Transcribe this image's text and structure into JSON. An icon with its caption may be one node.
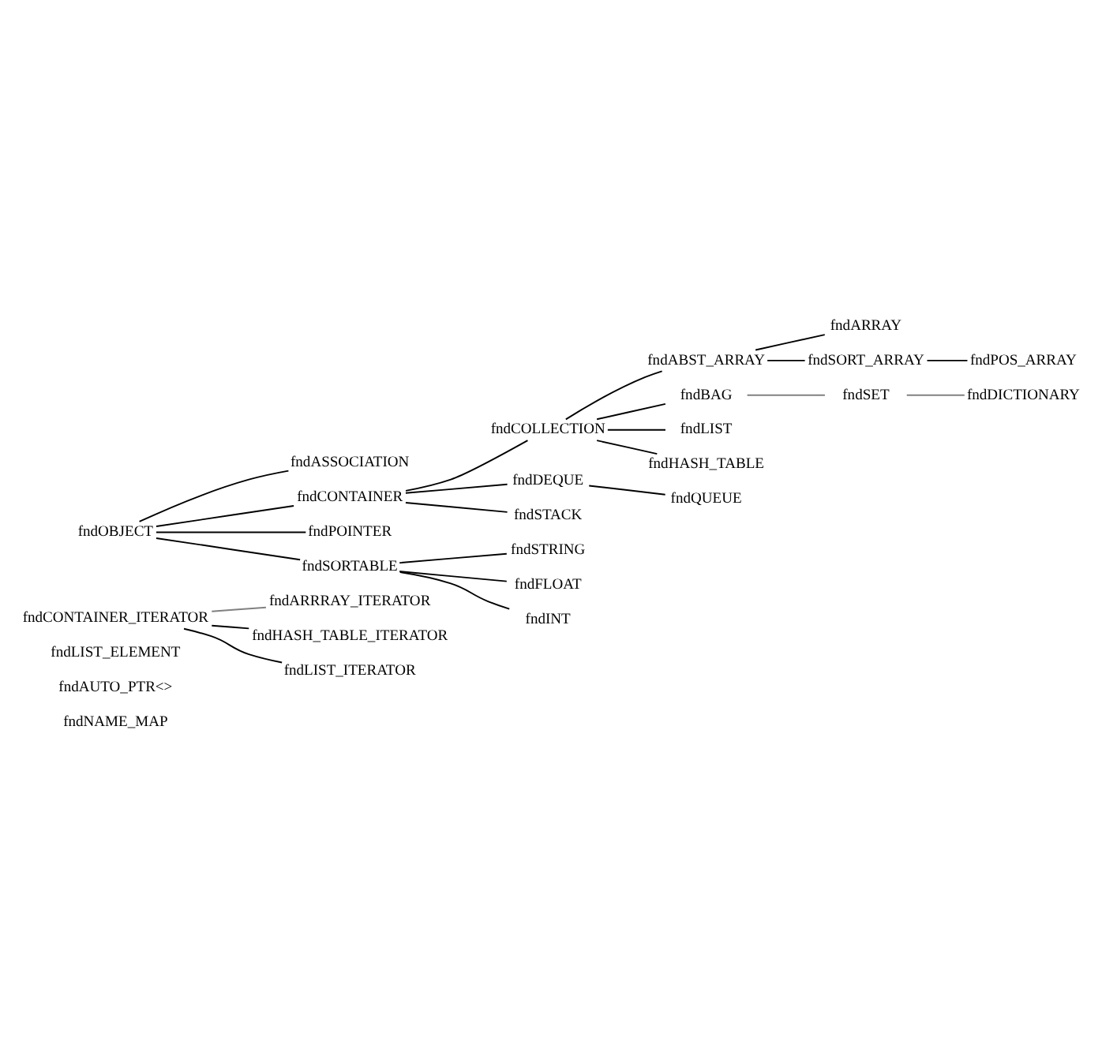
{
  "diagram": {
    "nodes": [
      {
        "text": [
          "fndOBJECT"
        ]
      },
      {
        "text": [
          "fndASSOCIATION"
        ]
      },
      {
        "text": [
          "fndCONTAINER"
        ]
      },
      {
        "text": [
          "fndCOLLECTION"
        ]
      },
      {
        "text": [
          "fndABST_ARRAY"
        ]
      },
      {
        "text": [
          "fndARRAY"
        ]
      },
      {
        "text": [
          "fndSORT_ARRAY"
        ]
      },
      {
        "text": [
          "fndPOS_ARRAY"
        ]
      },
      {
        "text": [
          "fndBAG"
        ]
      },
      {
        "text": [
          "fndSET"
        ]
      },
      {
        "text": [
          "fndDICTIONARY"
        ]
      },
      {
        "text": [
          "fndLIST"
        ]
      },
      {
        "text": [
          "fndHASH_TABLE"
        ]
      },
      {
        "text": [
          "fndDEQUE"
        ]
      },
      {
        "text": [
          "fndQUEUE"
        ]
      },
      {
        "text": [
          "fndSTACK"
        ]
      },
      {
        "text": [
          "fndPOINTER"
        ]
      },
      {
        "text": [
          "fndSORTABLE"
        ]
      },
      {
        "text": [
          "fndSTRING"
        ]
      },
      {
        "text": [
          "fndFLOAT"
        ]
      },
      {
        "text": [
          "fndINT"
        ]
      },
      {
        "text": [
          "fndCONTAINER_ITERATOR"
        ]
      },
      {
        "text": [
          "fndARRRAY_ITERATOR"
        ]
      },
      {
        "text": [
          "fndHASH_TABLE_ITERATOR"
        ]
      },
      {
        "text": [
          "fndLIST_ITERATOR"
        ]
      }
    ],
    "edges": [
      {
        "from": 0,
        "to": 1,
        "arrow": "none"
      },
      {
        "from": 0,
        "to": 2,
        "arrow": "none"
      },
      {
        "from": 0,
        "to": 16,
        "arrow": "none"
      },
      {
        "from": 0,
        "to": 17,
        "arrow": "none"
      },
      {
        "from": 2,
        "to": 3,
        "arrow": "none"
      },
      {
        "from": 2,
        "to": 13,
        "arrow": "none"
      },
      {
        "from": 2,
        "to": 15,
        "arrow": "none"
      },
      {
        "from": 3,
        "to": 4,
        "arrow": "none"
      },
      {
        "from": 3,
        "to": 8,
        "arrow": "none"
      },
      {
        "from": 3,
        "to": 11,
        "arrow": "none"
      },
      {
        "from": 3,
        "to": 12,
        "arrow": "none"
      },
      {
        "from": 4,
        "to": 5,
        "arrow": "none"
      },
      {
        "from": 4,
        "to": 6,
        "arrow": "none"
      },
      {
        "from": 6,
        "to": 7,
        "arrow": "none"
      },
      {
        "from": 8,
        "to": 9,
        "arrow": "none",
        "color": "#808080"
      },
      {
        "from": 9,
        "to": 10,
        "arrow": "none",
        "color": "#808080"
      },
      {
        "from": 13,
        "to": 14,
        "arrow": "none"
      },
      {
        "from": 17,
        "to": 18,
        "arrow": "none"
      },
      {
        "from": 17,
        "to": 19,
        "arrow": "none"
      },
      {
        "from": 17,
        "to": 20,
        "arrow": "none"
      },
      {
        "from": 21,
        "to": 22,
        "arrow": "none",
        "color": "#808080"
      },
      {
        "from": 21,
        "to": 23,
        "arrow": "none"
      },
      {
        "from": 21,
        "to": 24,
        "arrow": "none"
      }
    ],
    "labels": [
      "fndLIST_ELEMENT",
      "fndAUTO_PTR<>",
      "fndNAME_MAP"
    ]
  }
}
